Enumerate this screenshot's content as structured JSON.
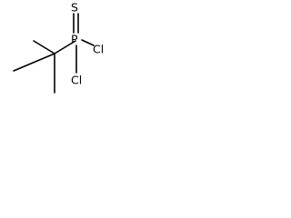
{
  "molecule": {
    "atoms": {
      "sulfur": "S",
      "phosphorus": "P",
      "chlorine_right": "Cl",
      "chlorine_bottom": "Cl"
    }
  },
  "colors": {
    "bond": "#000000",
    "label": "#000000",
    "background": "#ffffff"
  }
}
